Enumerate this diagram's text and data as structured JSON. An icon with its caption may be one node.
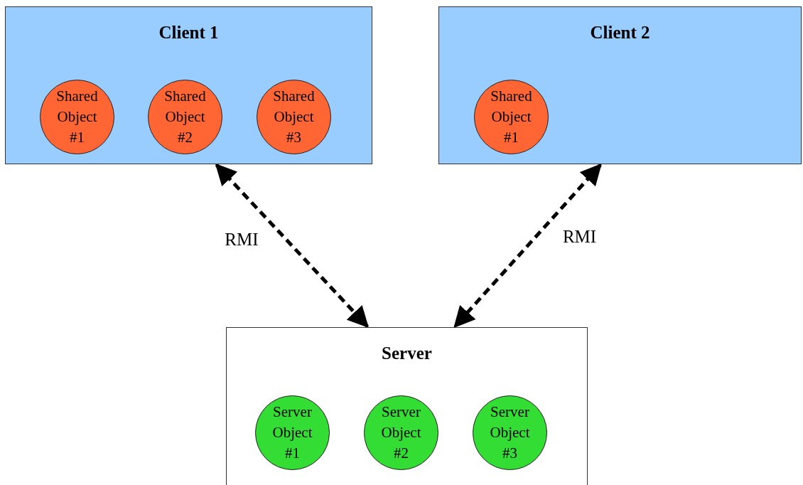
{
  "diagram": {
    "nodes": [
      {
        "text": [
          "Client 1"
        ]
      },
      {
        "text": [
          "Shared Object #1"
        ],
        "in": 0
      },
      {
        "text": [
          "Shared Object #2"
        ],
        "in": 0
      },
      {
        "text": [
          "Shared Object #3"
        ],
        "in": 0
      },
      {
        "text": [
          "Client 2"
        ]
      },
      {
        "text": [
          "Shared Object #1"
        ],
        "in": 4
      },
      {
        "text": [
          "Server"
        ]
      },
      {
        "text": [
          "Server Object #1"
        ],
        "in": 6
      },
      {
        "text": [
          "Server Object #2"
        ],
        "in": 6
      },
      {
        "text": [
          "Server Object #3"
        ],
        "in": 6
      }
    ],
    "edges": [
      {
        "from": 0,
        "to": 6,
        "arrow": "both",
        "style": "dashed",
        "label": "RMI"
      },
      {
        "from": 4,
        "to": 6,
        "arrow": "both",
        "style": "dashed",
        "label": "RMI"
      }
    ]
  }
}
